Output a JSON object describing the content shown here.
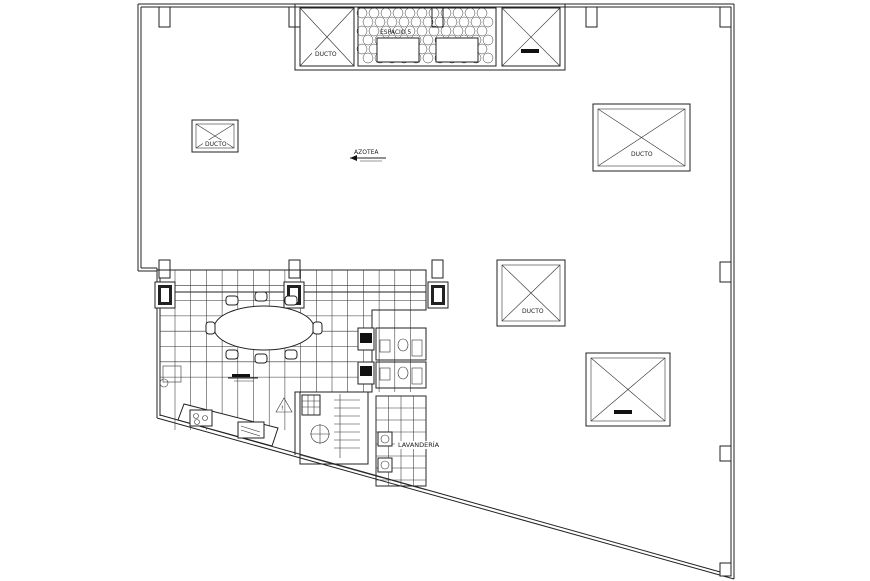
{
  "plan": {
    "labels": {
      "azotea": "AZOTEA",
      "ducto_1": "DUCTO",
      "ducto_2": "DUCTO",
      "ducto_3": "DUCTO",
      "ducto_4": "DUCTO",
      "elevator_top": "ESPACIO 5",
      "lavanderia": "LAVANDERÍA"
    }
  }
}
